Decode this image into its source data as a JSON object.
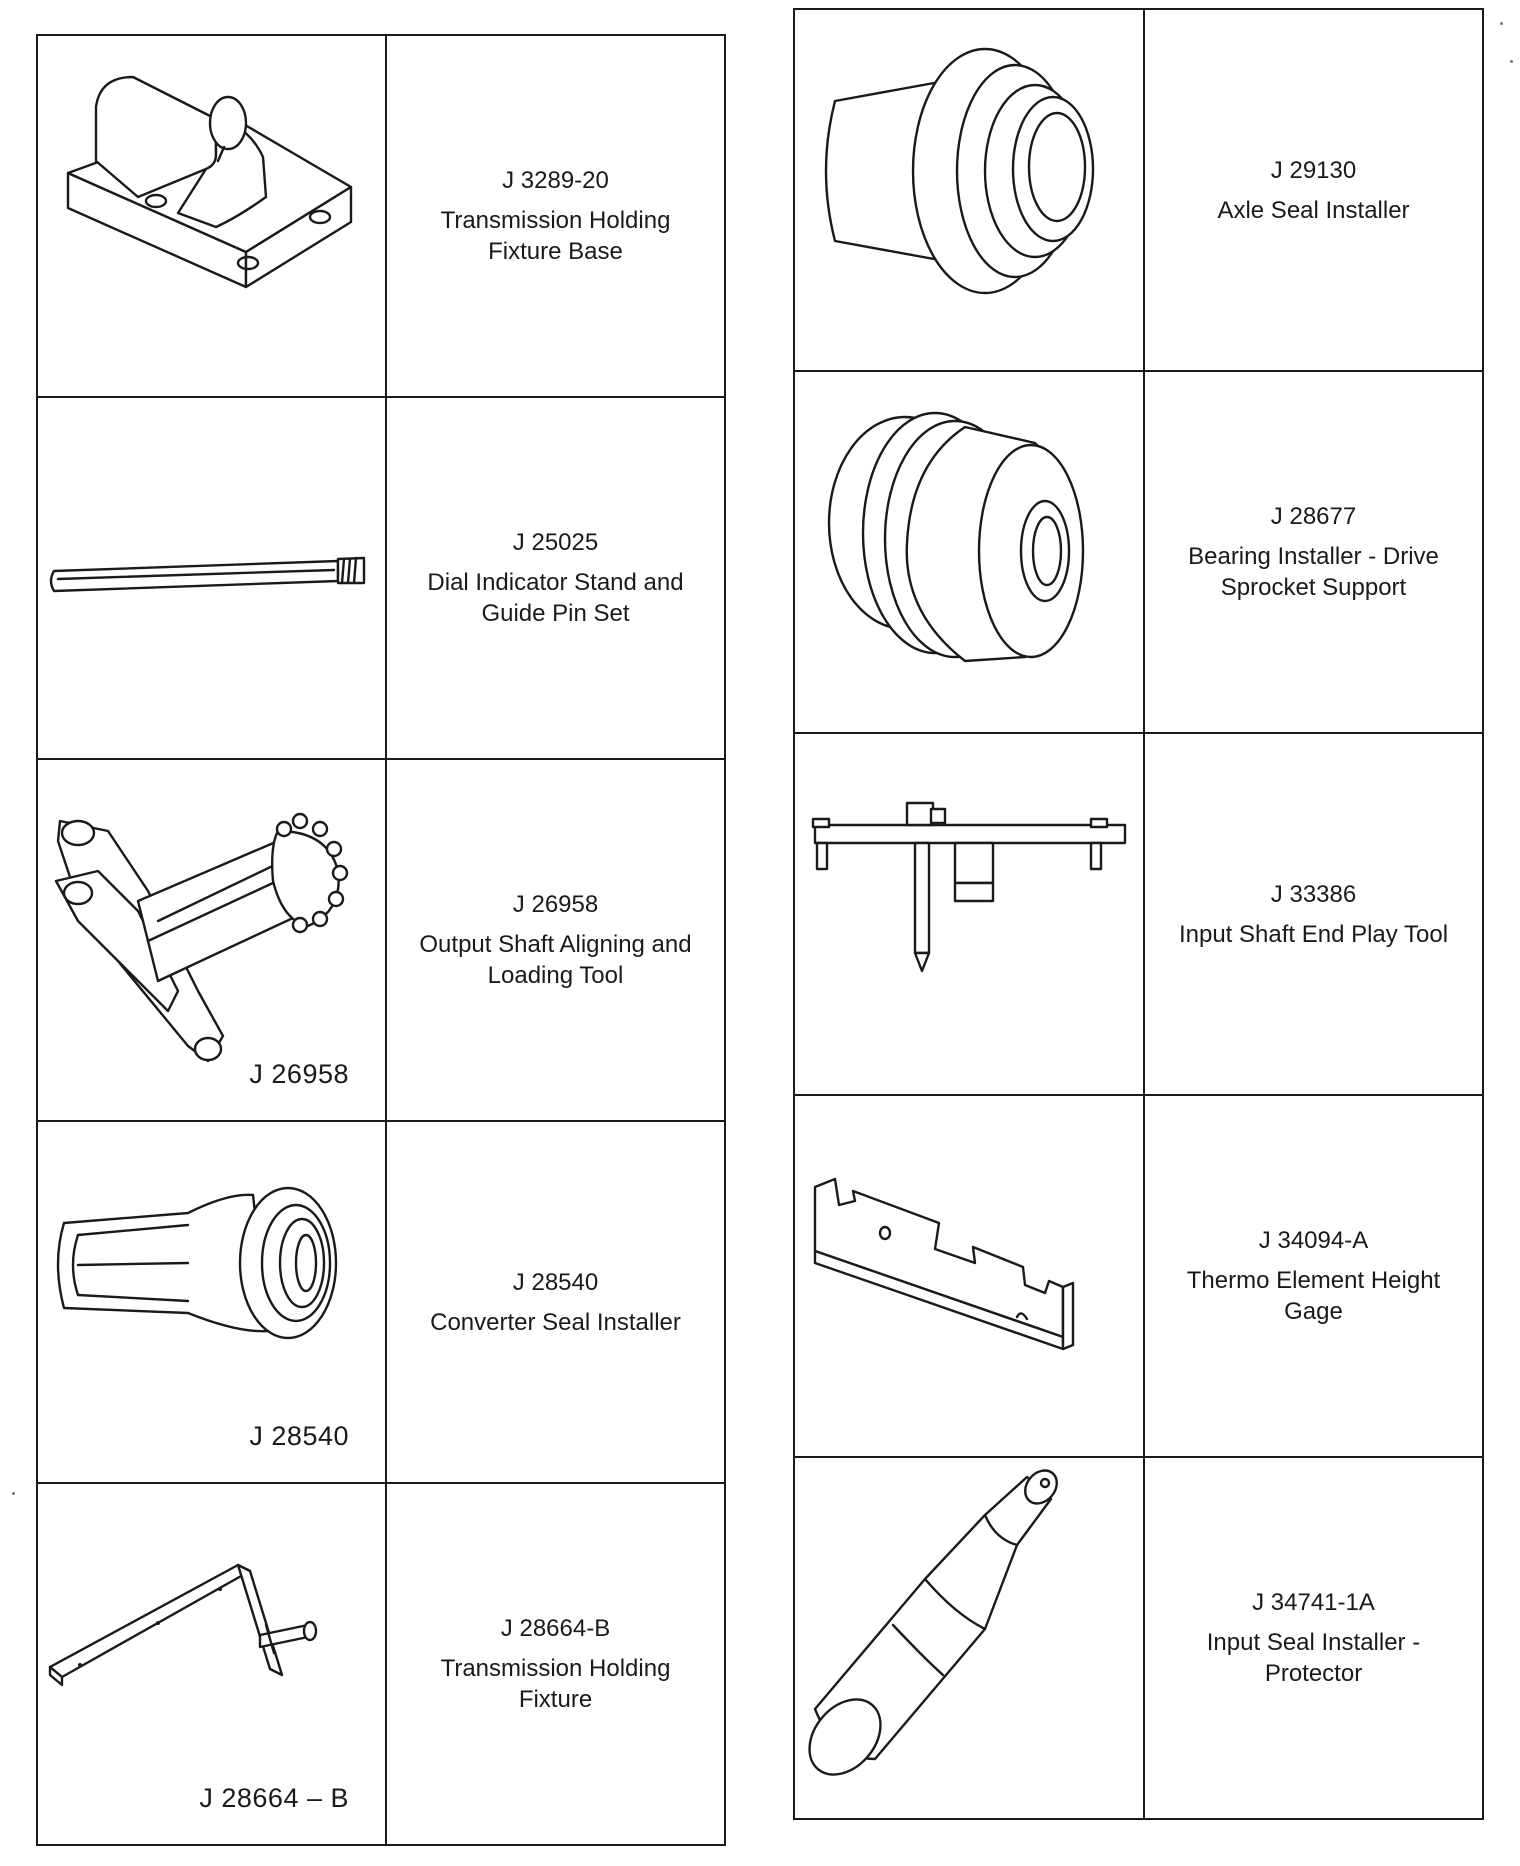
{
  "left_column": [
    {
      "illustration": "holding-fixture-base-drawing",
      "callout": "",
      "part_number": "J 3289-20",
      "description": "Transmission Holding Fixture Base"
    },
    {
      "illustration": "guide-pin-drawing",
      "callout": "",
      "part_number": "J 25025",
      "description": "Dial Indicator Stand and Guide Pin Set"
    },
    {
      "illustration": "output-shaft-tool-drawing",
      "callout": "J 26958",
      "part_number": "J 26958",
      "description": "Output Shaft Aligning and Loading Tool"
    },
    {
      "illustration": "converter-seal-installer-drawing",
      "callout": "J 28540",
      "part_number": "J 28540",
      "description": "Converter Seal Installer"
    },
    {
      "illustration": "holding-fixture-drawing",
      "callout": "J 28664 – B",
      "part_number": "J 28664-B",
      "description": "Transmission Holding Fixture"
    }
  ],
  "right_column": [
    {
      "illustration": "axle-seal-installer-drawing",
      "callout": "",
      "part_number": "J 29130",
      "description": "Axle Seal Installer"
    },
    {
      "illustration": "bearing-installer-drawing",
      "callout": "",
      "part_number": "J 28677",
      "description": "Bearing Installer - Drive Sprocket Support"
    },
    {
      "illustration": "end-play-tool-drawing",
      "callout": "",
      "part_number": "J 33386",
      "description": "Input Shaft End Play Tool"
    },
    {
      "illustration": "height-gage-drawing",
      "callout": "",
      "part_number": "J 34094-A",
      "description": "Thermo Element Height Gage"
    },
    {
      "illustration": "seal-installer-protector-drawing",
      "callout": "",
      "part_number": "J 34741-1A",
      "description": "Input Seal Installer - Protector"
    }
  ]
}
